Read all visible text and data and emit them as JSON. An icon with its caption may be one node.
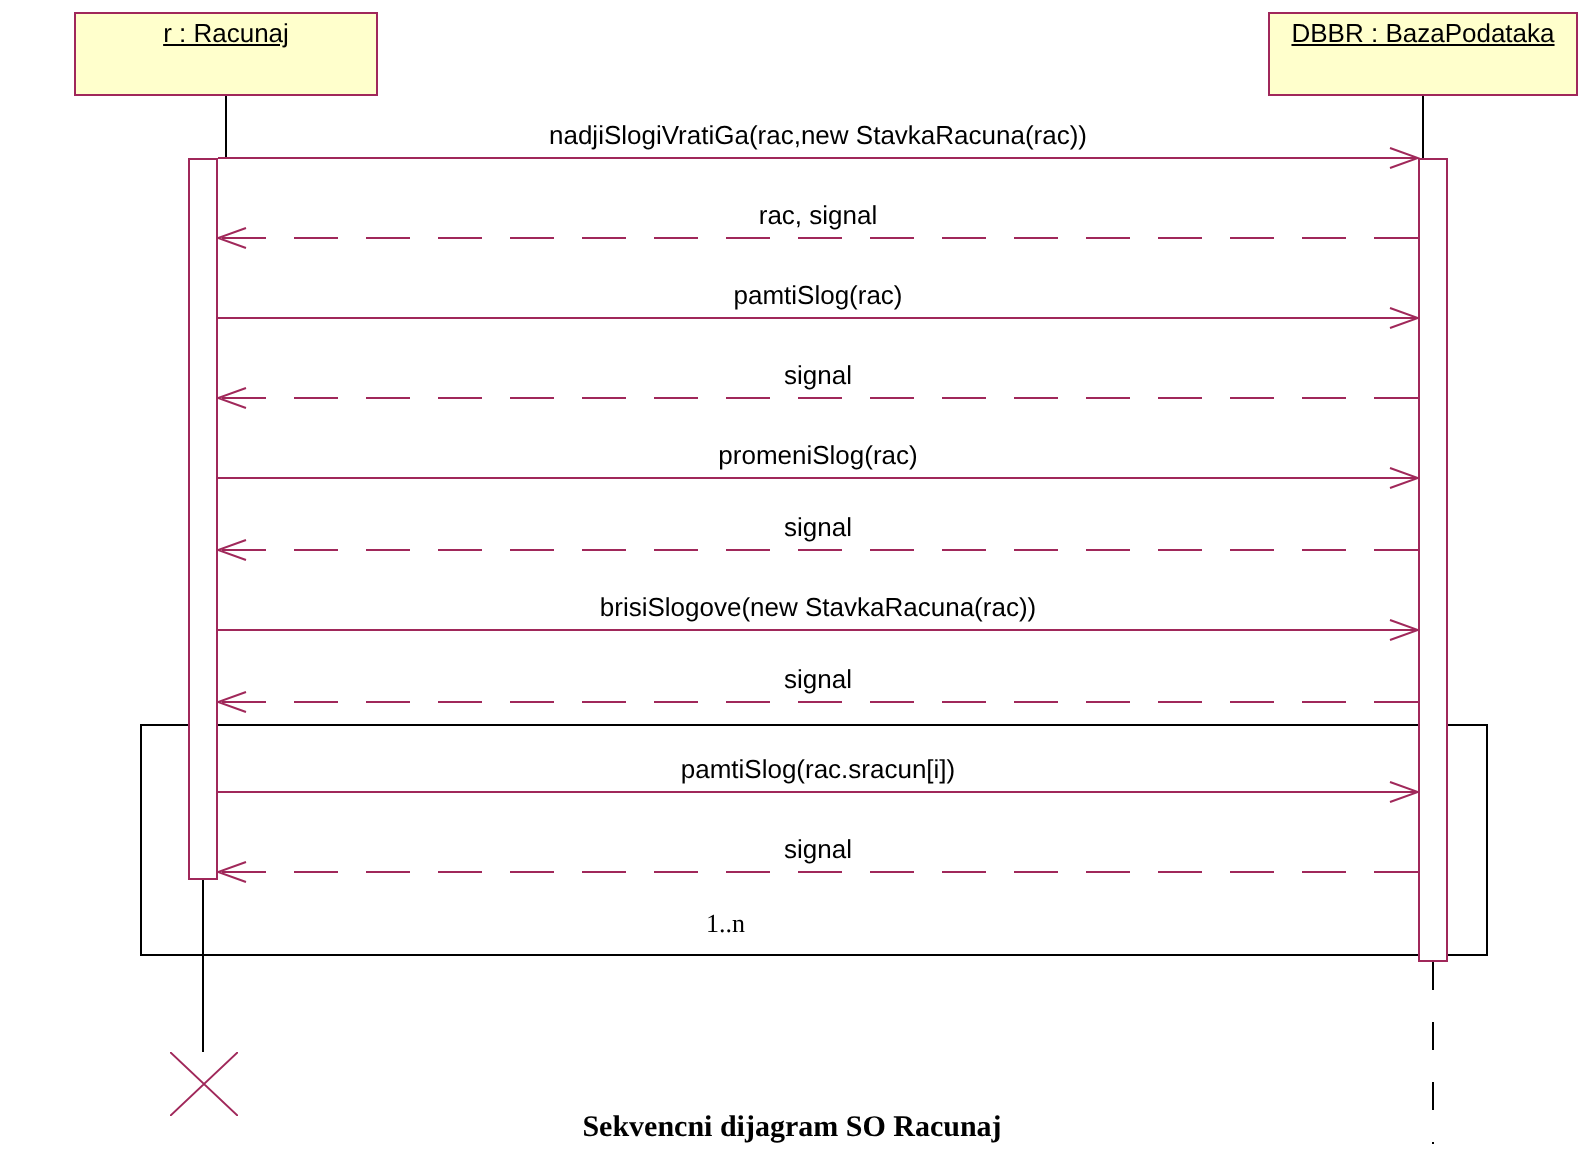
{
  "diagram": {
    "caption": "Sekvencni dijagram SO Racunaj",
    "nodes": [
      {
        "text": [
          "r : Racunaj"
        ]
      },
      {
        "text": [
          "DBBR : BazaPodataka"
        ]
      },
      {
        "text": [],
        "shape": "bar"
      },
      {
        "text": [],
        "shape": "bar"
      },
      {
        "text": [],
        "shape": "cross"
      }
    ],
    "edges": [
      {
        "from": 0,
        "to": 2,
        "arrow": "none",
        "color": "#000000"
      },
      {
        "from": 1,
        "to": 3,
        "arrow": "none",
        "color": "#000000"
      },
      {
        "from": 2,
        "to": 3,
        "arrow": "to",
        "label": "nadjiSlogiVratiGa(rac,new StavkaRacuna(rac))"
      },
      {
        "from": 3,
        "to": 2,
        "arrow": "to",
        "label": "rac, signal",
        "style": "dashed"
      },
      {
        "from": 2,
        "to": 3,
        "arrow": "to",
        "label": "pamtiSlog(rac)"
      },
      {
        "from": 3,
        "to": 2,
        "arrow": "to",
        "label": "signal",
        "style": "dashed"
      },
      {
        "from": 2,
        "to": 3,
        "arrow": "to",
        "label": "promeniSlog(rac)"
      },
      {
        "from": 3,
        "to": 2,
        "arrow": "to",
        "label": "signal",
        "style": "dashed"
      },
      {
        "from": 2,
        "to": 3,
        "arrow": "to",
        "label": "brisiSlogove(new StavkaRacuna(rac))"
      },
      {
        "from": 3,
        "to": 2,
        "arrow": "to",
        "label": "signal",
        "style": "dashed"
      },
      {
        "from": 2,
        "to": 3,
        "arrow": "to",
        "label": "pamtiSlog(rac.sracun[i])"
      },
      {
        "from": 3,
        "to": 2,
        "arrow": "to",
        "label": "signal",
        "style": "dashed"
      },
      {
        "from": 2,
        "to": 4,
        "arrow": "none",
        "color": "#000000"
      },
      {
        "from": 3,
        "to": null,
        "arrow": "none",
        "style": "dashed",
        "color": "#000000"
      }
    ],
    "labels": [
      "1..n"
    ]
  }
}
